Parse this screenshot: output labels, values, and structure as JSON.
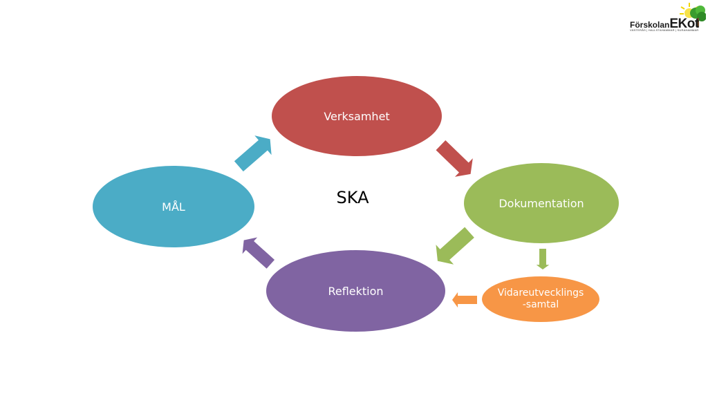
{
  "diagram": {
    "center_label": "SKA",
    "nodes": [
      {
        "id": "verksamhet",
        "label": "Verksamhet",
        "color": "#c0504d"
      },
      {
        "id": "dokumentation",
        "label": "Dokumentation",
        "color": "#9bbb59"
      },
      {
        "id": "reflektion",
        "label": "Reflektion",
        "color": "#8064a2"
      },
      {
        "id": "mal",
        "label": "MÅL",
        "color": "#4bacc6"
      },
      {
        "id": "vidareutveckling",
        "label": "Vidareutvecklings\n-samtal",
        "color": "#f79646"
      }
    ],
    "edges": [
      {
        "from": "mal",
        "to": "verksamhet",
        "color": "#4bacc6"
      },
      {
        "from": "verksamhet",
        "to": "dokumentation",
        "color": "#c0504d"
      },
      {
        "from": "dokumentation",
        "to": "reflektion",
        "color": "#9bbb59"
      },
      {
        "from": "dokumentation",
        "to": "vidareutveckling",
        "color": "#9bbb59"
      },
      {
        "from": "vidareutveckling",
        "to": "reflektion",
        "color": "#f79646"
      },
      {
        "from": "reflektion",
        "to": "mal",
        "color": "#8064a2"
      }
    ]
  },
  "logo": {
    "prefix": "Förskolan",
    "name": "EKot",
    "places": "VÄSTERÅS | HALLSTAHAMMAR | SURAHAMMAR",
    "icon": "sun-tree-icon"
  }
}
